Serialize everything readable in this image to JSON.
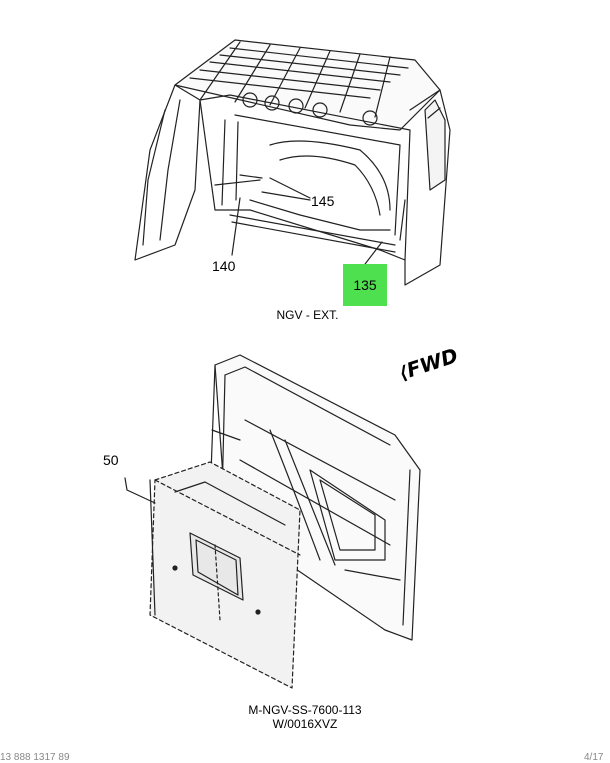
{
  "callouts": {
    "c145": "145",
    "c140": "140",
    "c135": "135",
    "c50": "50"
  },
  "captions": {
    "view_label": "NGV - EXT.",
    "fwd": "FWD",
    "drawing_id": "M-NGV-SS-7600-113",
    "drawing_sub": "W/0016XVZ"
  },
  "footer": {
    "left": "13 888 1317 89",
    "right": "4/17"
  },
  "colors": {
    "highlight": "#4ee04e",
    "line": "#222222"
  }
}
